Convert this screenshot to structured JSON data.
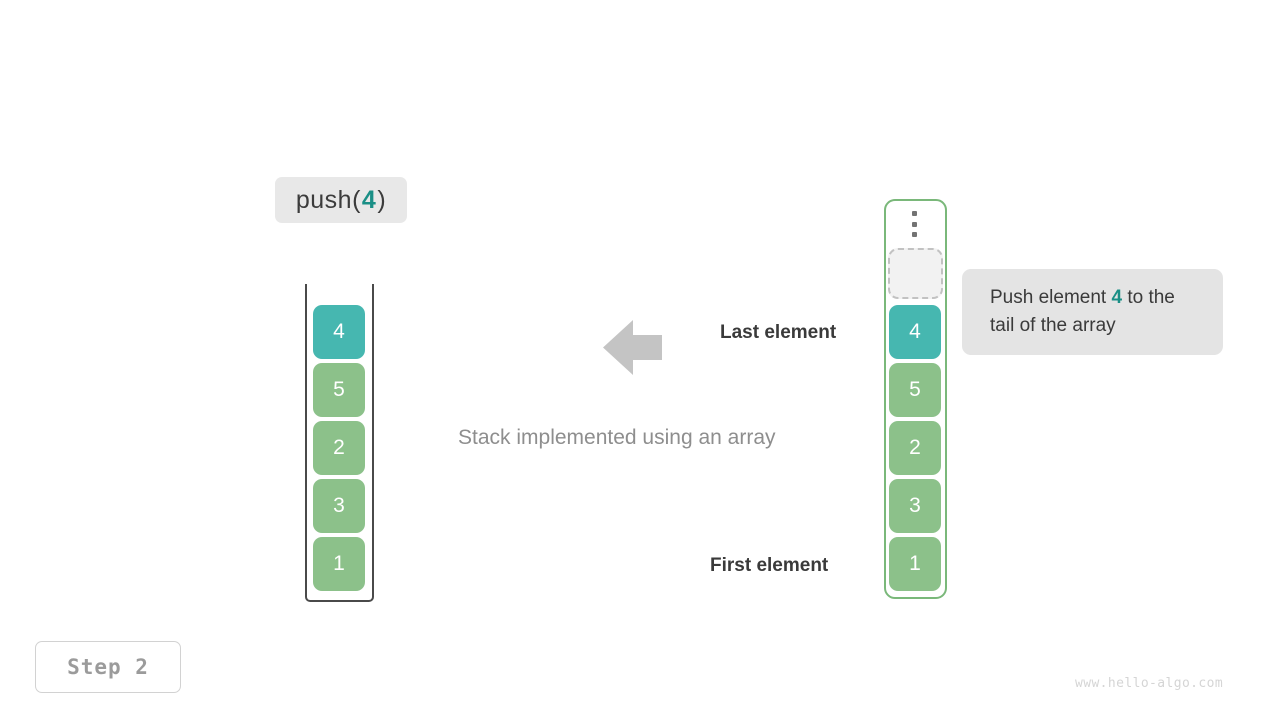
{
  "operation": {
    "name": "push",
    "open_paren": "(",
    "argument": "4",
    "close_paren": ")"
  },
  "caption": "Stack implemented using an array",
  "labels": {
    "last_element": "Last element",
    "first_element": "First element"
  },
  "annotation": {
    "text_before": "Push element ",
    "highlight": "4",
    "text_after": " to the tail of the array"
  },
  "step_badge": "Step 2",
  "watermark": "www.hello-algo.com",
  "stack": {
    "title": "stack",
    "cells": [
      {
        "value": "4",
        "color": "teal",
        "hex": "#46b7b0"
      },
      {
        "value": "5",
        "color": "green",
        "hex": "#8cc18a"
      },
      {
        "value": "2",
        "color": "green",
        "hex": "#8cc18a"
      },
      {
        "value": "3",
        "color": "green",
        "hex": "#8cc18a"
      },
      {
        "value": "1",
        "color": "green",
        "hex": "#8cc18a"
      }
    ]
  },
  "array": {
    "title": "array",
    "ellipsis": "⋮",
    "empty_slot": "",
    "cells": [
      {
        "value": "4",
        "color": "teal",
        "hex": "#46b7b0"
      },
      {
        "value": "5",
        "color": "green",
        "hex": "#8cc18a"
      },
      {
        "value": "2",
        "color": "green",
        "hex": "#8cc18a"
      },
      {
        "value": "3",
        "color": "green",
        "hex": "#8cc18a"
      },
      {
        "value": "1",
        "color": "green",
        "hex": "#8cc18a"
      }
    ]
  },
  "colors": {
    "teal": "#46b7b0",
    "green": "#8cc18a",
    "accent_text": "#1a8f86",
    "frame_dark": "#4a4a4a",
    "frame_green": "#7ab87a",
    "arrow_gray": "#c4c4c4",
    "chip_gray": "#e8e8e8"
  }
}
